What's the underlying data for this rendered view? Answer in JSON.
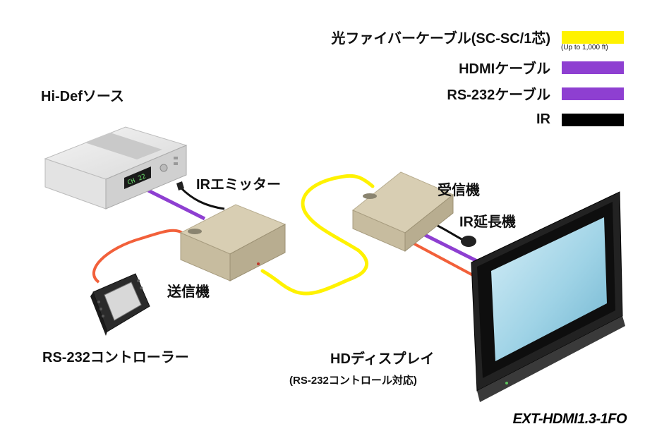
{
  "legend": {
    "items": [
      {
        "label": "光ファイバーケーブル(SC-SC/1芯)",
        "note": "(Up to 1,000 ft)",
        "color": "#FFF200"
      },
      {
        "label": "HDMIケーブル",
        "note": "",
        "color": "#8E3FD1"
      },
      {
        "label": "RS-232ケーブル",
        "note": "",
        "color": "#8E3FD1"
      },
      {
        "label": "IR",
        "note": "",
        "color": "#000000"
      }
    ]
  },
  "labels": {
    "source": "Hi-Defソース",
    "ir_emitter": "IRエミッター",
    "transmitter": "送信機",
    "receiver": "受信機",
    "ir_extender": "IR延長機",
    "rs232_controller": "RS-232コントローラー",
    "display": "HDディスプレイ",
    "display_sub": "(RS-232コントロール対応)",
    "model": "EXT-HDMI1.3-1FO"
  },
  "devices": {
    "source_display_text": "CH 22"
  },
  "colors": {
    "fiber": "#FFF200",
    "hdmi": "#8E3FD1",
    "rs232": "#F2603A",
    "ir": "#111111",
    "box": "#CFC4A6",
    "screen": "#9FD3E6"
  }
}
